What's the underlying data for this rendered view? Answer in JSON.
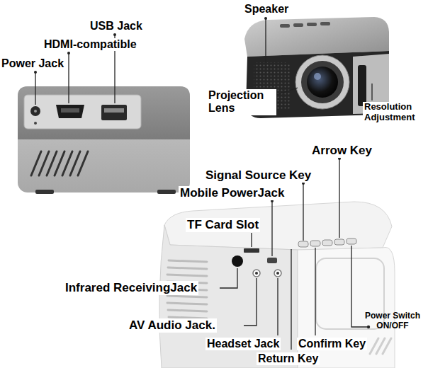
{
  "diagram": {
    "labels": [
      "Speaker",
      "USB Jack",
      "HDMI-compatible",
      "Power Jack",
      "Projection Lens",
      "Resolution Adjustment",
      "Arrow Key",
      "Signal Source Key",
      "Mobile PowerJack",
      "TF Card Slot",
      "Infrared ReceivingJack",
      "Power Switch ON/OFF",
      "AV Audio Jack.",
      "Headset Jack",
      "Confirm Key",
      "Return Key"
    ]
  }
}
